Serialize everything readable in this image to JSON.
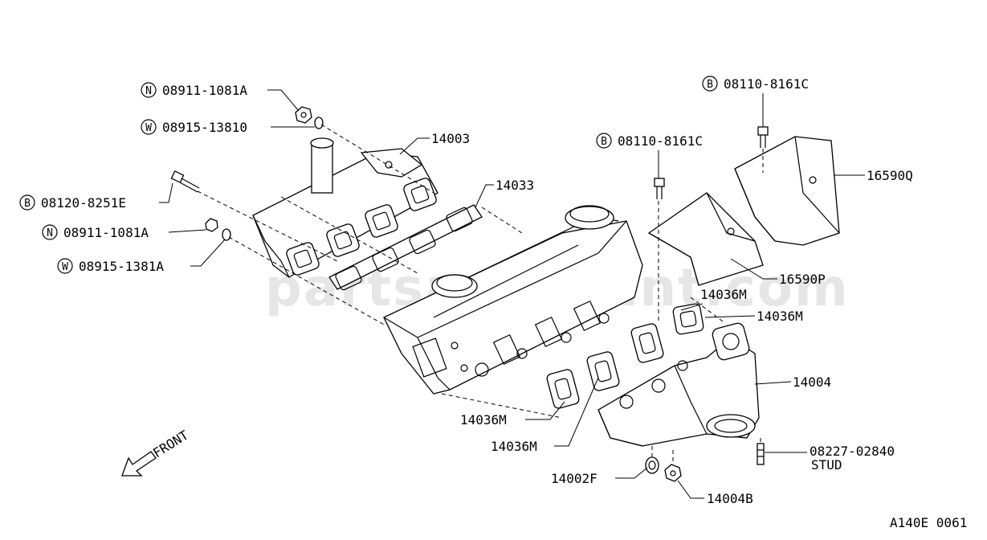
{
  "diagram": {
    "watermark": "partsassistant.com",
    "ref_code": "A140E 0061",
    "front_label": "FRONT",
    "callouts": [
      {
        "id": "n1",
        "prefix": "N",
        "code": "08911-1081A"
      },
      {
        "id": "w1",
        "prefix": "W",
        "code": "08915-13810"
      },
      {
        "id": "p14003",
        "prefix": "",
        "code": "14003"
      },
      {
        "id": "p14033",
        "prefix": "",
        "code": "14033"
      },
      {
        "id": "b1",
        "prefix": "B",
        "code": "08120-8251E"
      },
      {
        "id": "n2",
        "prefix": "N",
        "code": "08911-1081A"
      },
      {
        "id": "w2",
        "prefix": "W",
        "code": "08915-1381A"
      },
      {
        "id": "b2",
        "prefix": "B",
        "code": "08110-8161C"
      },
      {
        "id": "b3",
        "prefix": "B",
        "code": "08110-8161C"
      },
      {
        "id": "p16590q",
        "prefix": "",
        "code": "16590Q"
      },
      {
        "id": "p16590p",
        "prefix": "",
        "code": "16590P"
      },
      {
        "id": "m1",
        "prefix": "",
        "code": "14036M"
      },
      {
        "id": "m2",
        "prefix": "",
        "code": "14036M"
      },
      {
        "id": "p14004",
        "prefix": "",
        "code": "14004"
      },
      {
        "id": "m3",
        "prefix": "",
        "code": "14036M"
      },
      {
        "id": "m4",
        "prefix": "",
        "code": "14036M"
      },
      {
        "id": "stud",
        "prefix": "",
        "code": "08227-02840",
        "sub": "STUD"
      },
      {
        "id": "p14002f",
        "prefix": "",
        "code": "14002F"
      },
      {
        "id": "p14004b",
        "prefix": "",
        "code": "14004B"
      }
    ]
  }
}
